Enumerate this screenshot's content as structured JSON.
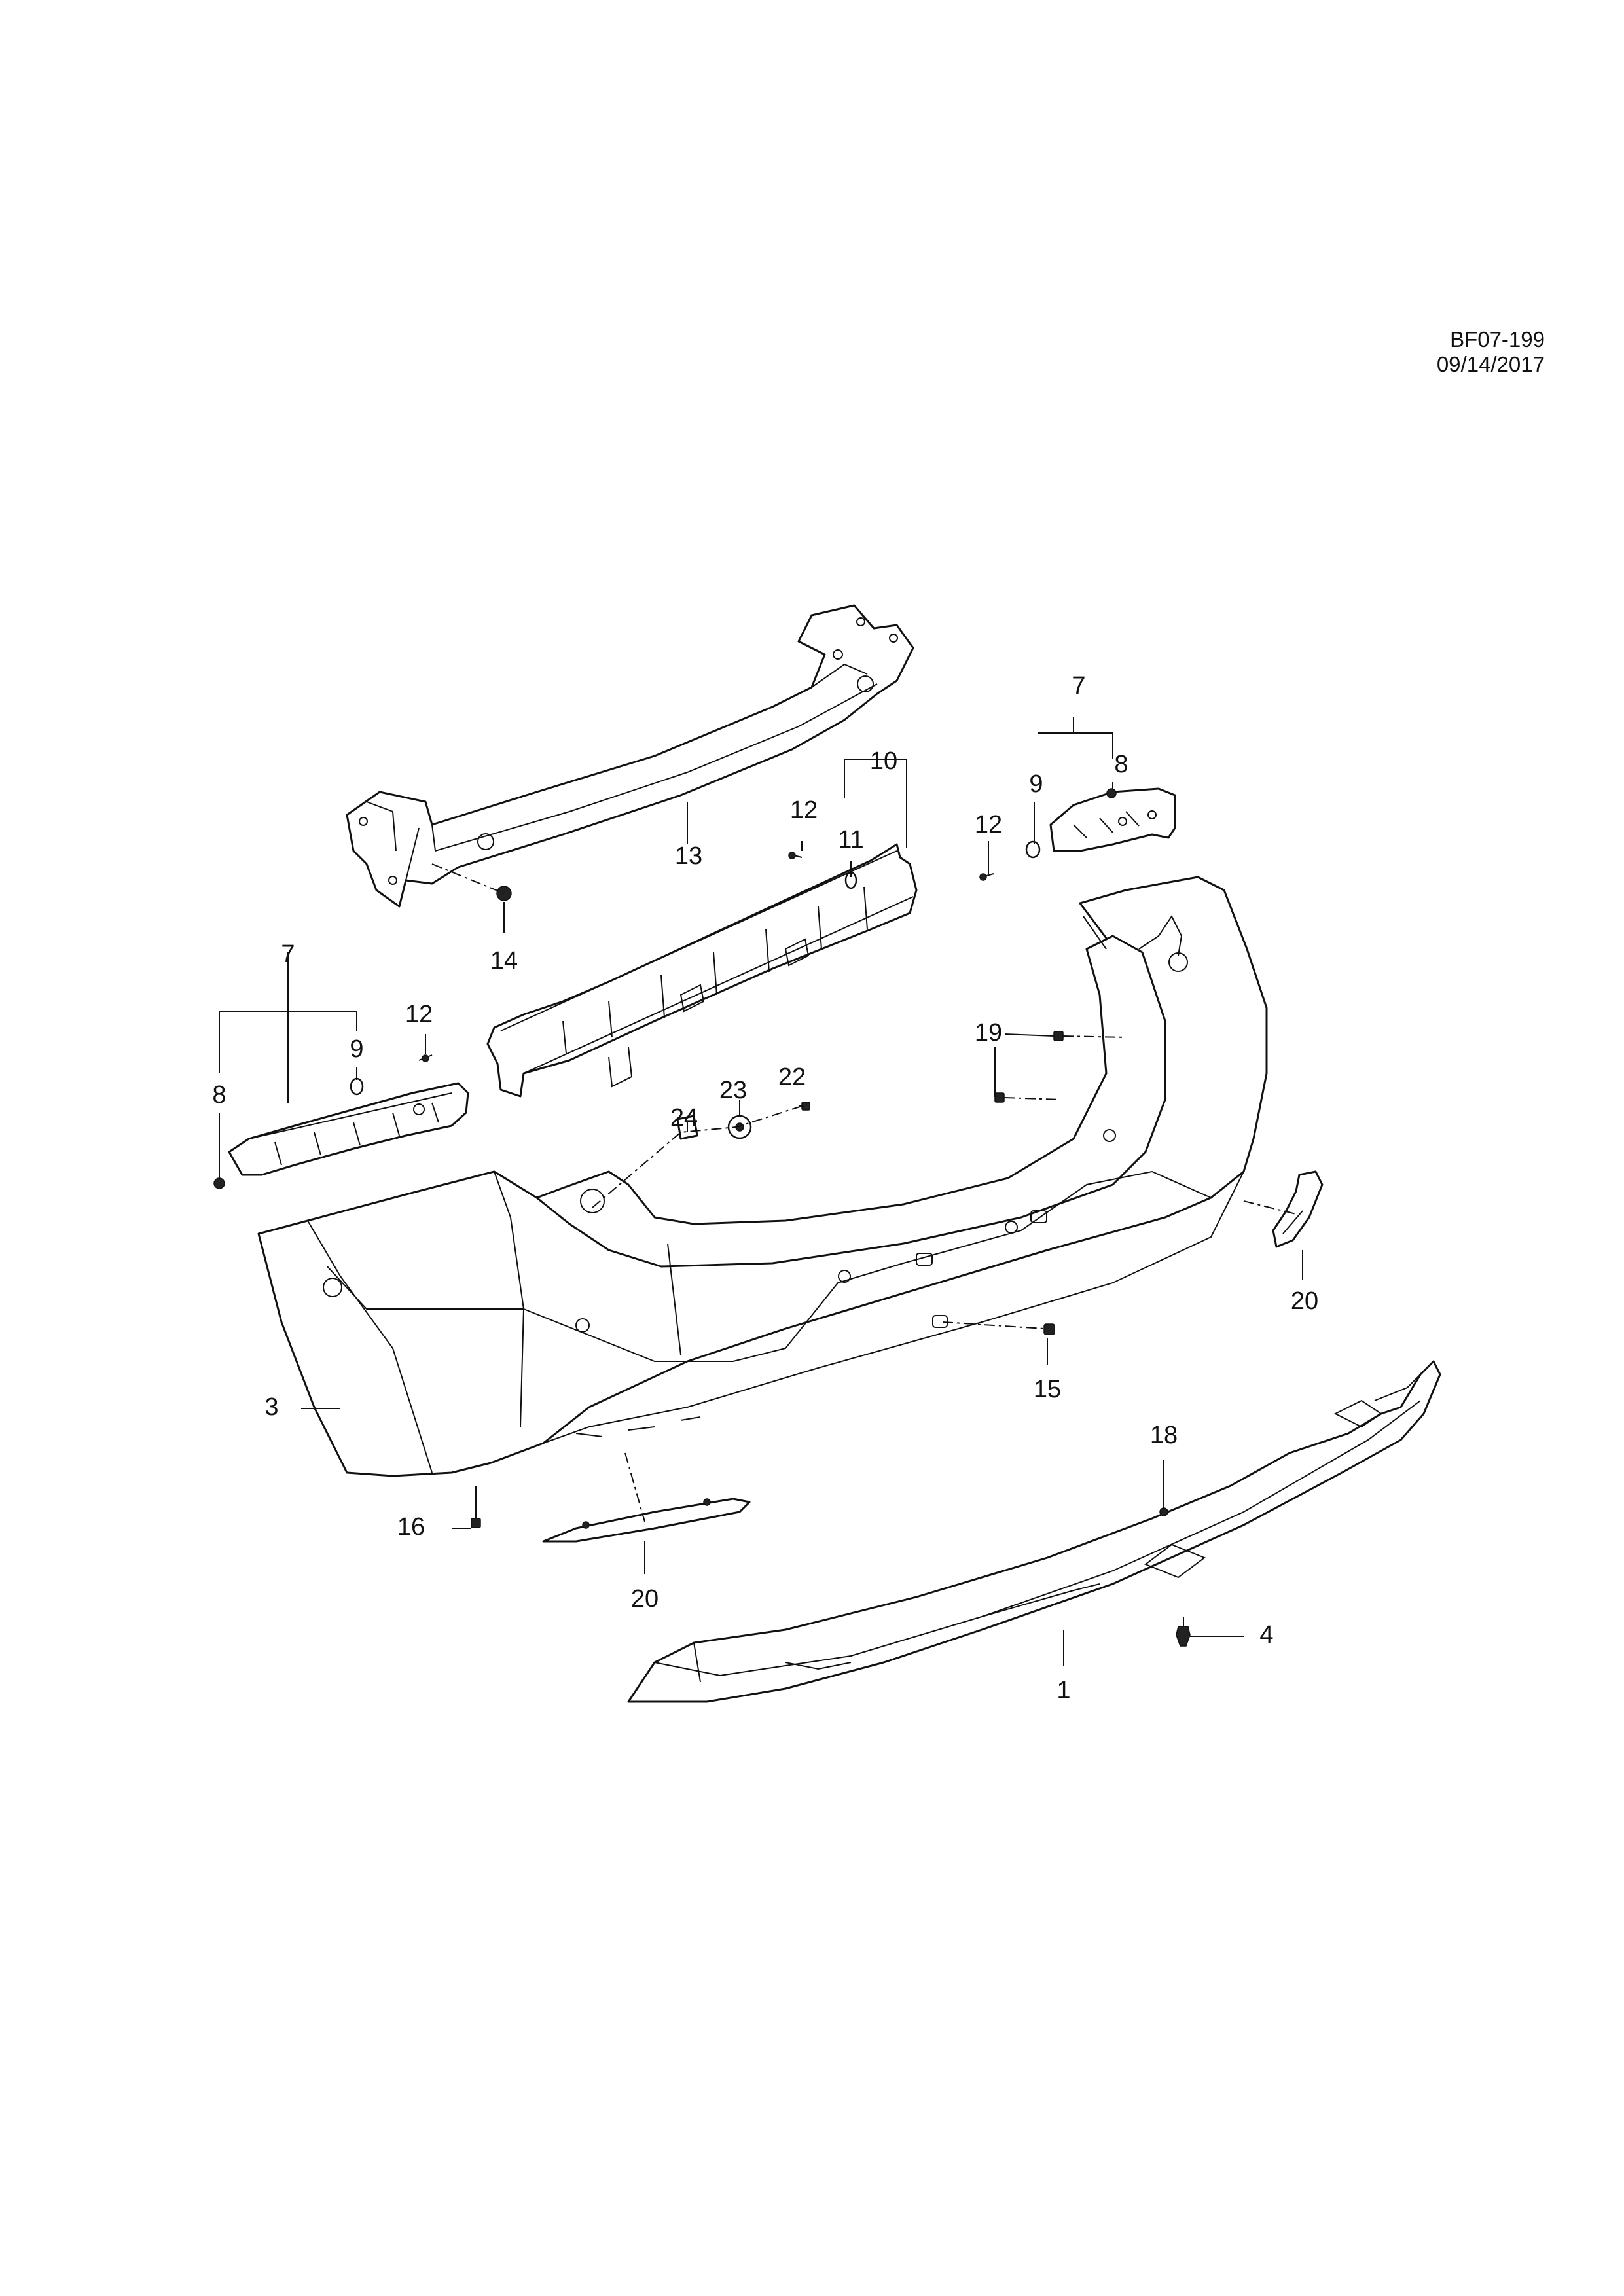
{
  "header": {
    "reference": "BF07-199 09/14/2017"
  },
  "callouts": {
    "c1": "1",
    "c3": "3",
    "c4": "4",
    "c7_right": "7",
    "c7_left": "7",
    "c8_right": "8",
    "c8_left": "8",
    "c9_right": "9",
    "c9_left": "9",
    "c10": "10",
    "c11": "11",
    "c12_a": "12",
    "c12_b": "12",
    "c12_c": "12",
    "c13": "13",
    "c14": "14",
    "c15": "15",
    "c16": "16",
    "c18": "18",
    "c19": "19",
    "c20_right": "20",
    "c20_left": "20",
    "c22": "22",
    "c23": "23",
    "c24": "24"
  }
}
